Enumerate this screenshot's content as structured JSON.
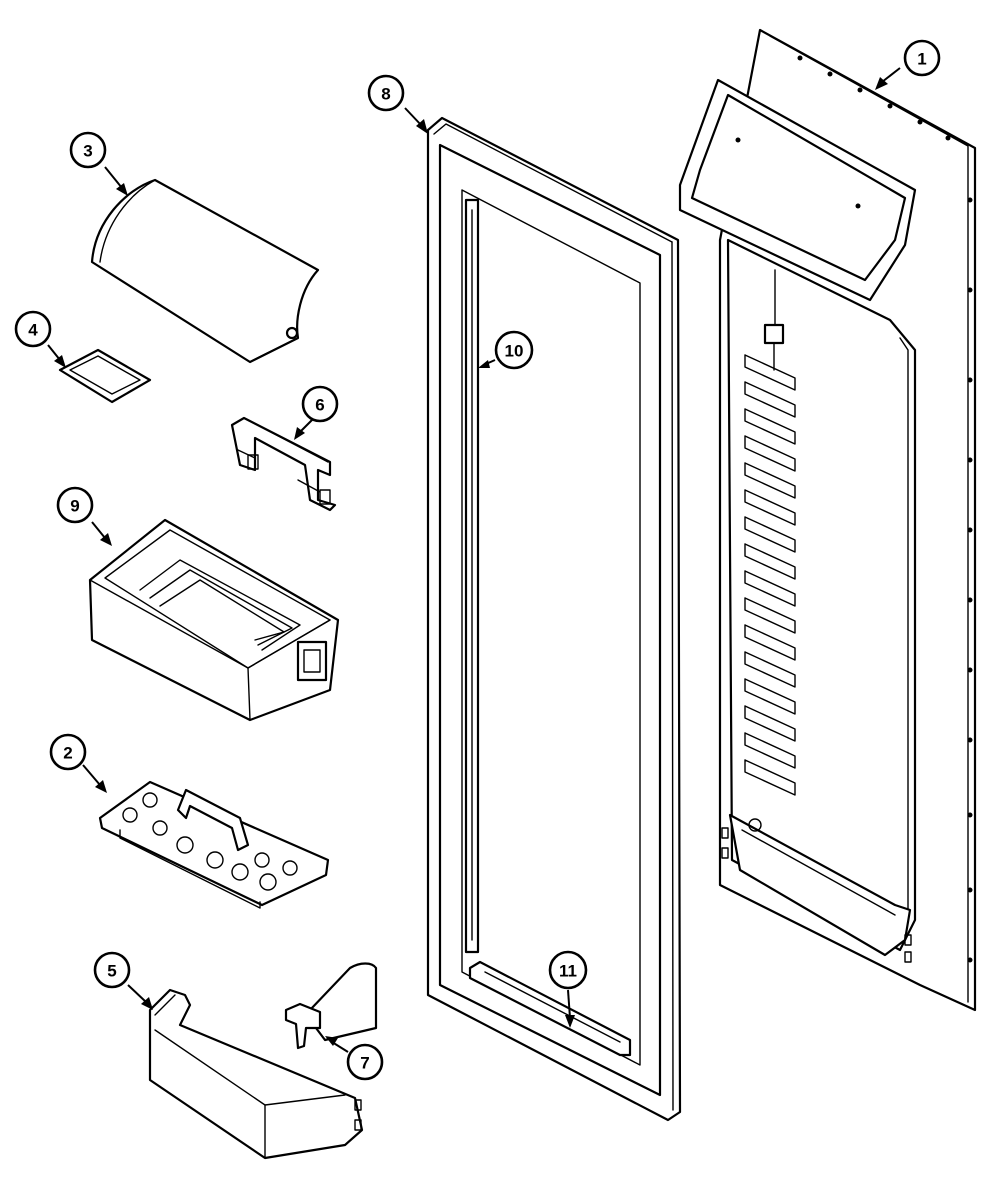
{
  "diagram": {
    "callouts": [
      {
        "id": "1",
        "label": "1"
      },
      {
        "id": "2",
        "label": "2"
      },
      {
        "id": "3",
        "label": "3"
      },
      {
        "id": "4",
        "label": "4"
      },
      {
        "id": "5",
        "label": "5"
      },
      {
        "id": "6",
        "label": "6"
      },
      {
        "id": "7",
        "label": "7"
      },
      {
        "id": "8",
        "label": "8"
      },
      {
        "id": "9",
        "label": "9"
      },
      {
        "id": "10",
        "label": "10"
      },
      {
        "id": "11",
        "label": "11"
      }
    ],
    "colors": {
      "line": "#000000",
      "background": "#ffffff"
    }
  }
}
